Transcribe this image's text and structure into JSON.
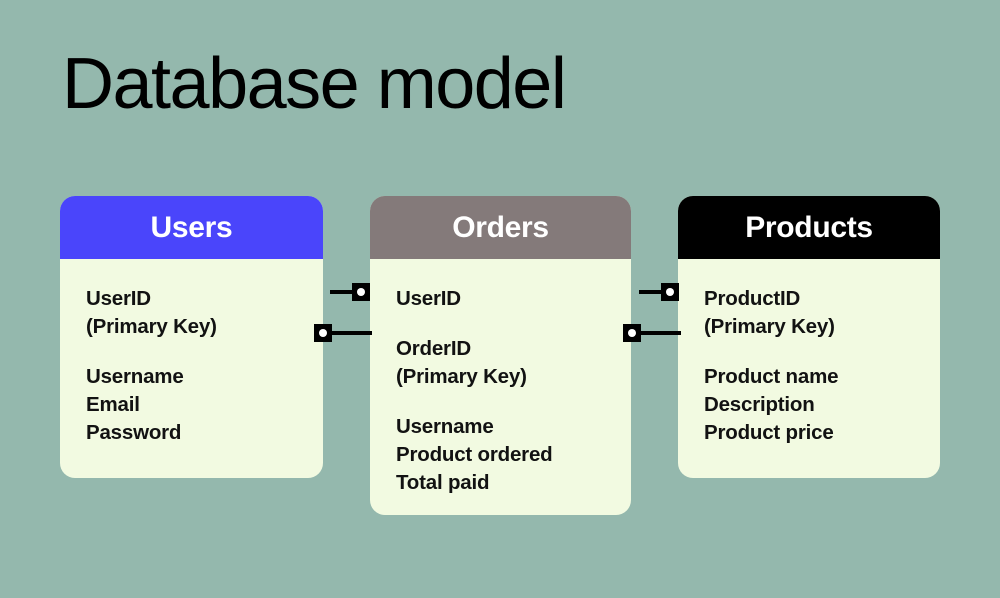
{
  "page": {
    "title": "Database model",
    "background_color": "#94b8ad",
    "title_color": "#000000"
  },
  "diagram": {
    "type": "entity-relationship-diagram",
    "card_body_color": "#f2fae1",
    "connector_color": "#000000",
    "entities": [
      {
        "name": "Users",
        "header_color": "#4a45fb",
        "header_text_color": "#ffffff",
        "groups": [
          [
            "UserID",
            "(Primary Key)"
          ],
          [
            "Username",
            "Email",
            "Password"
          ]
        ]
      },
      {
        "name": "Orders",
        "header_color": "#847a7a",
        "header_text_color": "#ffffff",
        "groups": [
          [
            "UserID"
          ],
          [
            "OrderID",
            "(Primary Key)"
          ],
          [
            "Username",
            "Product ordered",
            "Total paid"
          ]
        ]
      },
      {
        "name": "Products",
        "header_color": "#000000",
        "header_text_color": "#ffffff",
        "groups": [
          [
            "ProductID",
            "(Primary Key)"
          ],
          [
            "Product name",
            "Description",
            "Product price"
          ]
        ]
      }
    ],
    "relationships": [
      {
        "from": "Users",
        "to": "Orders",
        "from_field": "UserID",
        "to_field": "UserID"
      },
      {
        "from": "Users",
        "to": "Orders",
        "from_field": "UserID",
        "to_field": "OrderID"
      },
      {
        "from": "Orders",
        "to": "Products",
        "from_field": "Product ordered",
        "to_field": "ProductID"
      },
      {
        "from": "Orders",
        "to": "Products",
        "from_field": "OrderID",
        "to_field": "ProductID"
      }
    ]
  }
}
